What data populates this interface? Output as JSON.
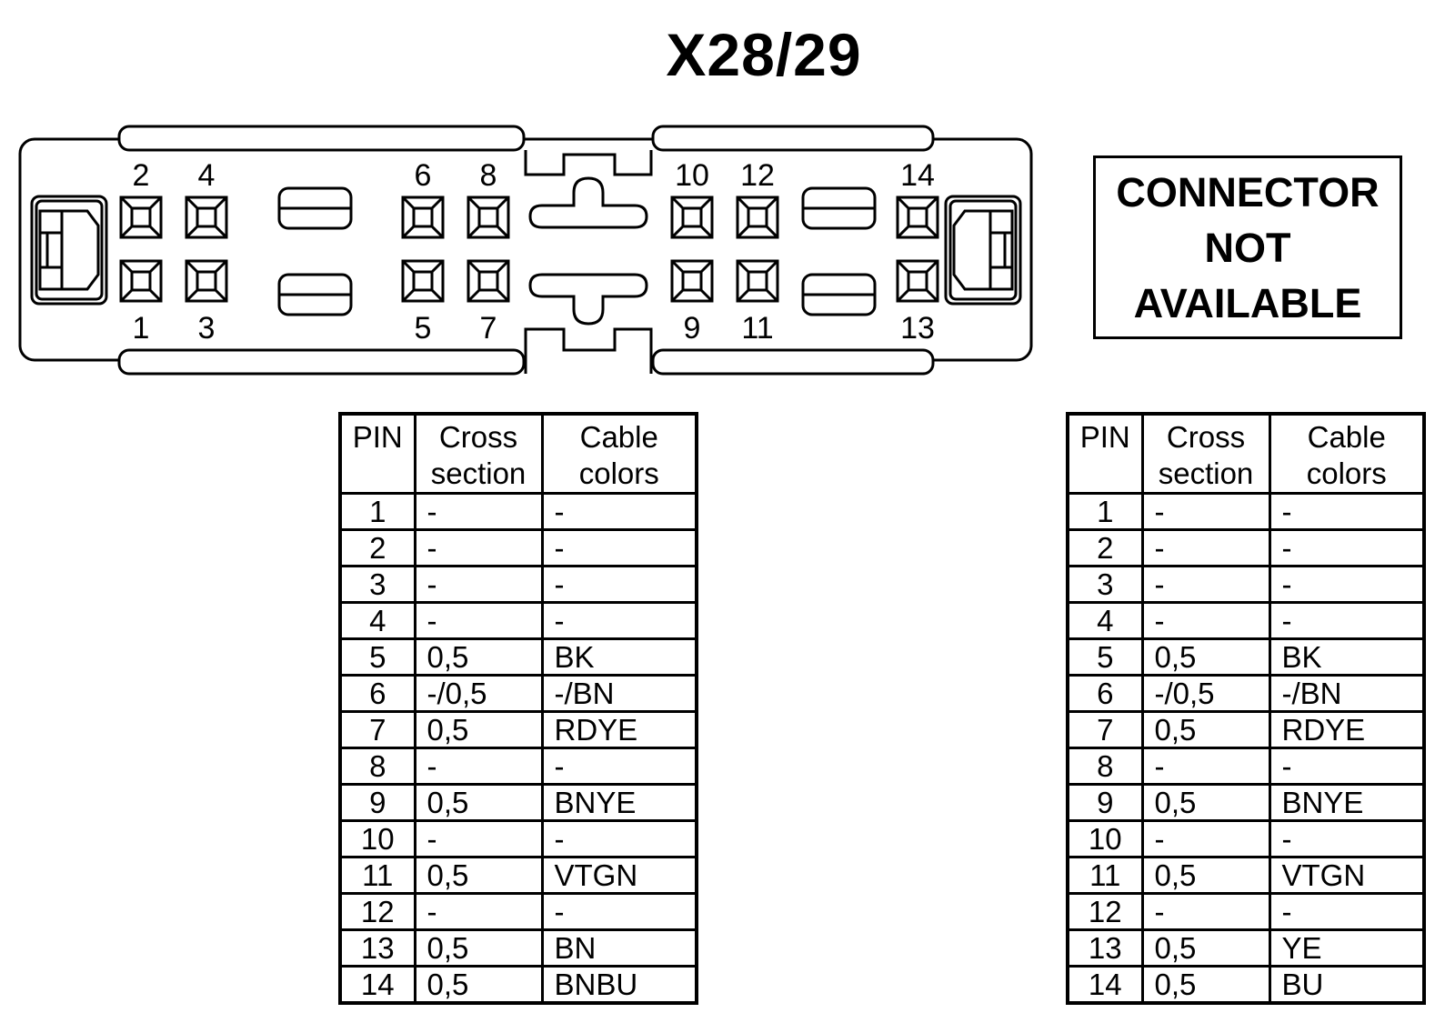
{
  "title": "X28/29",
  "connector": {
    "pin_labels_top": [
      "2",
      "4",
      "6",
      "8",
      "10",
      "12",
      "14"
    ],
    "pin_labels_bottom": [
      "1",
      "3",
      "5",
      "7",
      "9",
      "11",
      "13"
    ]
  },
  "notice": {
    "lines": [
      "CONNECTOR",
      "NOT",
      "AVAILABLE"
    ]
  },
  "tables": [
    {
      "headers": {
        "pin": "PIN",
        "cross_section": [
          "Cross",
          "section"
        ],
        "cable_colors": [
          "Cable",
          "colors"
        ]
      },
      "rows": [
        {
          "pin": "1",
          "cross_section": "-",
          "color": "-"
        },
        {
          "pin": "2",
          "cross_section": "-",
          "color": "-"
        },
        {
          "pin": "3",
          "cross_section": "-",
          "color": "-"
        },
        {
          "pin": "4",
          "cross_section": "-",
          "color": "-"
        },
        {
          "pin": "5",
          "cross_section": "0,5",
          "color": "BK"
        },
        {
          "pin": "6",
          "cross_section": "-/0,5",
          "color": "-/BN"
        },
        {
          "pin": "7",
          "cross_section": "0,5",
          "color": "RDYE"
        },
        {
          "pin": "8",
          "cross_section": "-",
          "color": "-"
        },
        {
          "pin": "9",
          "cross_section": "0,5",
          "color": "BNYE"
        },
        {
          "pin": "10",
          "cross_section": "-",
          "color": "-"
        },
        {
          "pin": "11",
          "cross_section": "0,5",
          "color": "VTGN"
        },
        {
          "pin": "12",
          "cross_section": "-",
          "color": "-"
        },
        {
          "pin": "13",
          "cross_section": "0,5",
          "color": "BN"
        },
        {
          "pin": "14",
          "cross_section": "0,5",
          "color": "BNBU"
        }
      ]
    },
    {
      "headers": {
        "pin": "PIN",
        "cross_section": [
          "Cross",
          "section"
        ],
        "cable_colors": [
          "Cable",
          "colors"
        ]
      },
      "rows": [
        {
          "pin": "1",
          "cross_section": "-",
          "color": "-"
        },
        {
          "pin": "2",
          "cross_section": "-",
          "color": "-"
        },
        {
          "pin": "3",
          "cross_section": "-",
          "color": "-"
        },
        {
          "pin": "4",
          "cross_section": "-",
          "color": "-"
        },
        {
          "pin": "5",
          "cross_section": "0,5",
          "color": "BK"
        },
        {
          "pin": "6",
          "cross_section": "-/0,5",
          "color": "-/BN"
        },
        {
          "pin": "7",
          "cross_section": "0,5",
          "color": "RDYE"
        },
        {
          "pin": "8",
          "cross_section": "-",
          "color": "-"
        },
        {
          "pin": "9",
          "cross_section": "0,5",
          "color": "BNYE"
        },
        {
          "pin": "10",
          "cross_section": "-",
          "color": "-"
        },
        {
          "pin": "11",
          "cross_section": "0,5",
          "color": "VTGN"
        },
        {
          "pin": "12",
          "cross_section": "-",
          "color": "-"
        },
        {
          "pin": "13",
          "cross_section": "0,5",
          "color": "YE"
        },
        {
          "pin": "14",
          "cross_section": "0,5",
          "color": "BU"
        }
      ]
    }
  ]
}
